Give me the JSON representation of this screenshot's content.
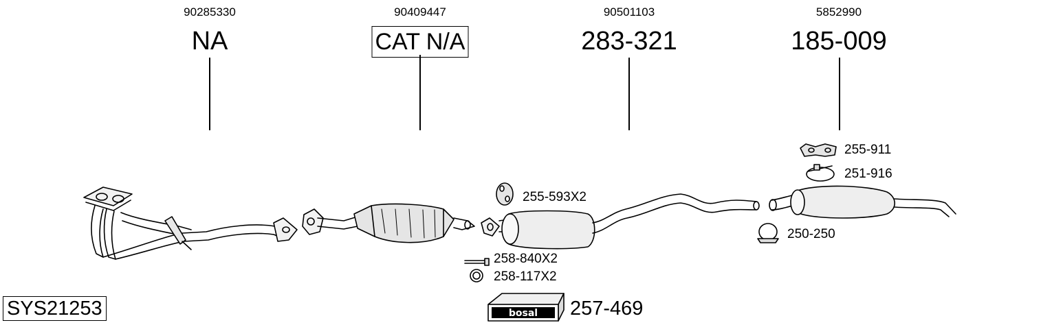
{
  "system_code": "SYS21253",
  "kit_number": "257-469",
  "brand_logo_text": "bosal",
  "parts": [
    {
      "oem": "90285330",
      "number": "NA"
    },
    {
      "oem": "90409447",
      "number": "CAT N/A"
    },
    {
      "oem": "90501103",
      "number": "283-321"
    },
    {
      "oem": "5852990",
      "number": "185-009"
    }
  ],
  "accessories": [
    {
      "label": "255-911",
      "icon": "rubber-hanger-icon"
    },
    {
      "label": "251-916",
      "icon": "pipe-clamp-icon"
    },
    {
      "label": "255-593X2",
      "icon": "rubber-ring-icon"
    },
    {
      "label": "250-250",
      "icon": "u-clamp-icon"
    },
    {
      "label": "258-840X2",
      "icon": "bolt-icon"
    },
    {
      "label": "258-117X2",
      "icon": "gasket-ring-icon"
    }
  ]
}
